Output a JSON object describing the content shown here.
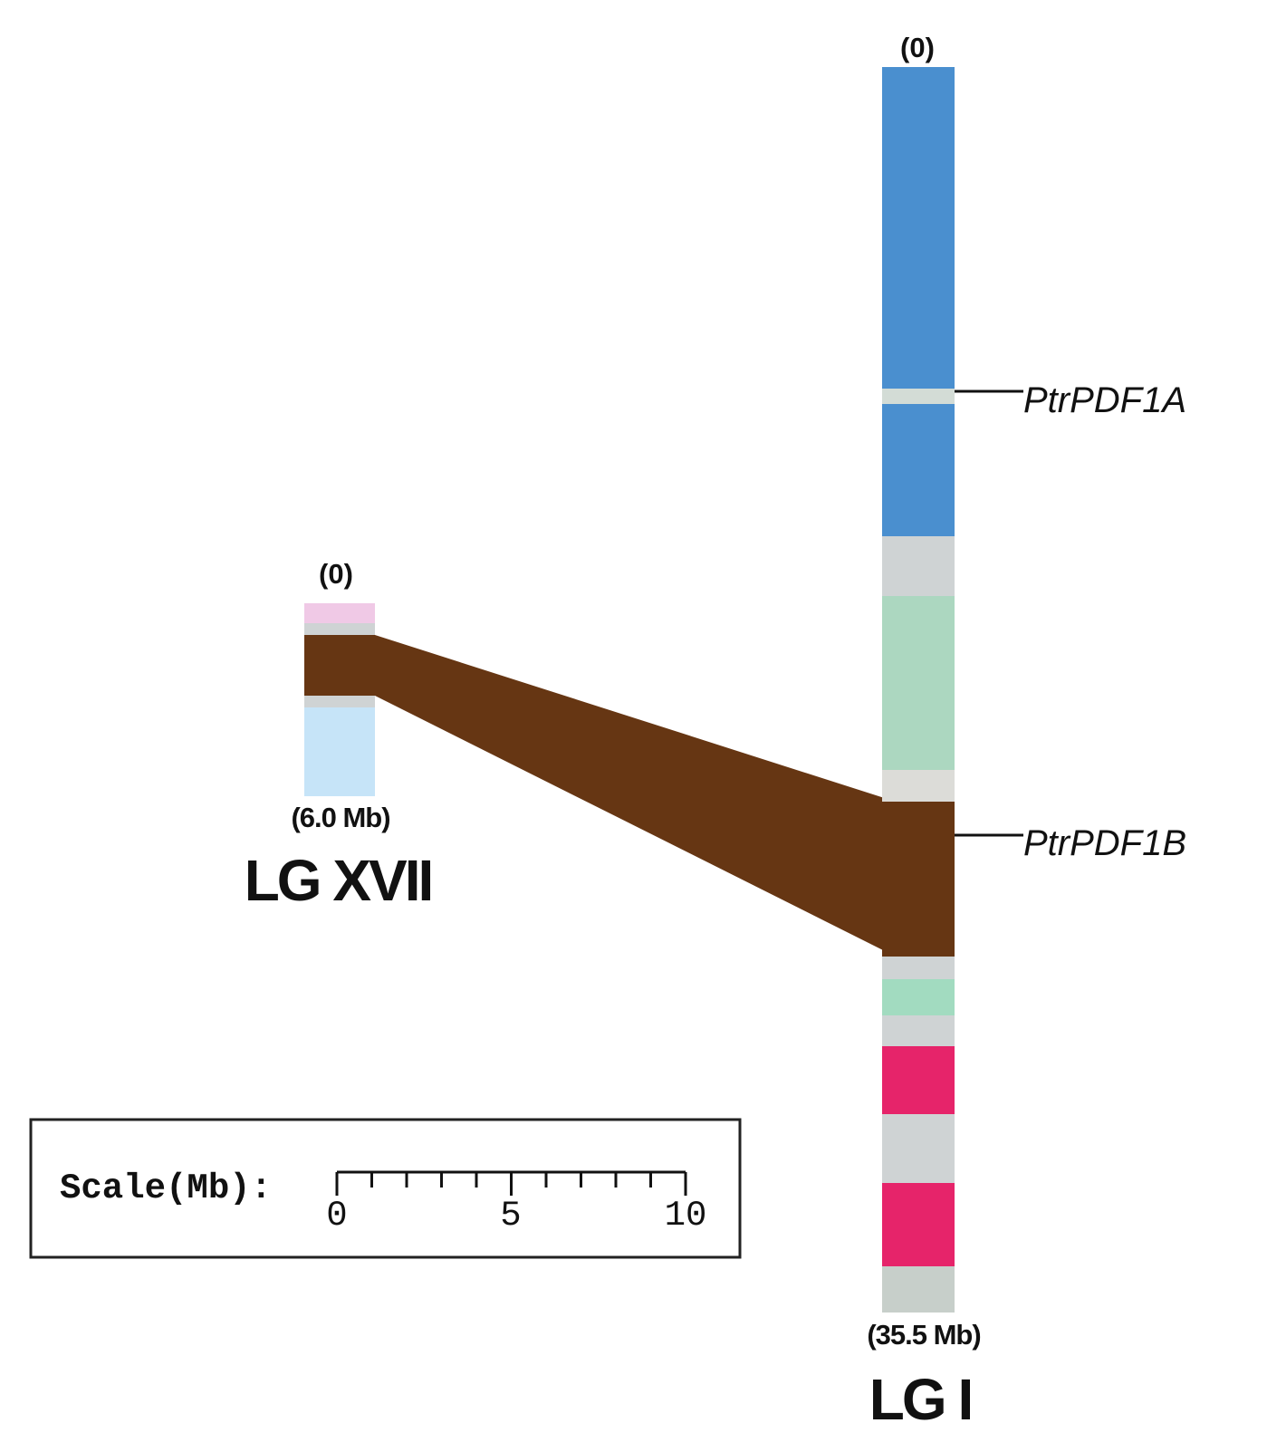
{
  "chromosomes": {
    "lgxvii": {
      "name": "LG XVII",
      "start_label": "(0)",
      "end_label": "(6.0 Mb)",
      "segments": [
        {
          "color": "#f0c9e6"
        },
        {
          "color": "#cfd3d4"
        },
        {
          "color": "#663613"
        },
        {
          "color": "#cfd3d4"
        },
        {
          "color": "#c6e4f8"
        }
      ]
    },
    "lgi": {
      "name": "LG I",
      "start_label": "(0)",
      "end_label": "(35.5 Mb)",
      "segments": [
        {
          "color": "#4a8fcf"
        },
        {
          "color": "#d3dcd6"
        },
        {
          "color": "#4a8fcf"
        },
        {
          "color": "#cfd3d4"
        },
        {
          "color": "#acd7c0"
        },
        {
          "color": "#dcdcd8"
        },
        {
          "color": "#663613"
        },
        {
          "color": "#cfd3d4"
        },
        {
          "color": "#a2dbc0"
        },
        {
          "color": "#cfd3d4"
        },
        {
          "color": "#e6246a"
        },
        {
          "color": "#cfd3d4"
        },
        {
          "color": "#e6246a"
        },
        {
          "color": "#c7cfca"
        }
      ]
    }
  },
  "genes": [
    {
      "name": "PtrPDF1A"
    },
    {
      "name": "PtrPDF1B"
    }
  ],
  "synteny": {
    "color": "#663613"
  },
  "scale": {
    "label": "Scale(Mb):",
    "ticks": [
      "0",
      "5",
      "10"
    ]
  }
}
